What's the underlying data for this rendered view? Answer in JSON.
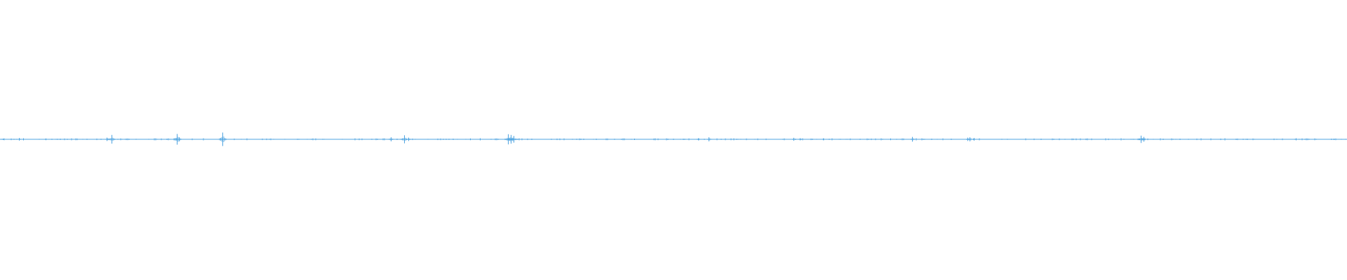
{
  "waveform": {
    "color": "#4da3e0",
    "background": "#ffffff",
    "peaks": [
      {
        "t": 0.002,
        "amp": 0.04
      },
      {
        "t": 0.014,
        "amp": 0.08
      },
      {
        "t": 0.017,
        "amp": 0.06
      },
      {
        "t": 0.034,
        "amp": 0.05
      },
      {
        "t": 0.079,
        "amp": 0.1
      },
      {
        "t": 0.083,
        "amp": 0.26
      },
      {
        "t": 0.131,
        "amp": 0.32
      },
      {
        "t": 0.133,
        "amp": 0.12
      },
      {
        "t": 0.165,
        "amp": 0.4
      },
      {
        "t": 0.29,
        "amp": 0.12
      },
      {
        "t": 0.3,
        "amp": 0.24
      },
      {
        "t": 0.303,
        "amp": 0.1
      },
      {
        "t": 0.349,
        "amp": 0.05
      },
      {
        "t": 0.356,
        "amp": 0.06
      },
      {
        "t": 0.377,
        "amp": 0.3
      },
      {
        "t": 0.379,
        "amp": 0.26
      },
      {
        "t": 0.381,
        "amp": 0.2
      },
      {
        "t": 0.471,
        "amp": 0.04
      },
      {
        "t": 0.518,
        "amp": 0.06
      },
      {
        "t": 0.526,
        "amp": 0.12
      },
      {
        "t": 0.589,
        "amp": 0.09
      },
      {
        "t": 0.594,
        "amp": 0.06
      },
      {
        "t": 0.611,
        "amp": 0.05
      },
      {
        "t": 0.661,
        "amp": 0.05
      },
      {
        "t": 0.677,
        "amp": 0.14
      },
      {
        "t": 0.718,
        "amp": 0.1
      },
      {
        "t": 0.72,
        "amp": 0.12
      },
      {
        "t": 0.723,
        "amp": 0.08
      },
      {
        "t": 0.847,
        "amp": 0.22
      },
      {
        "t": 0.849,
        "amp": 0.14
      },
      {
        "t": 0.962,
        "amp": 0.06
      },
      {
        "t": 0.99,
        "amp": 0.04
      }
    ]
  }
}
